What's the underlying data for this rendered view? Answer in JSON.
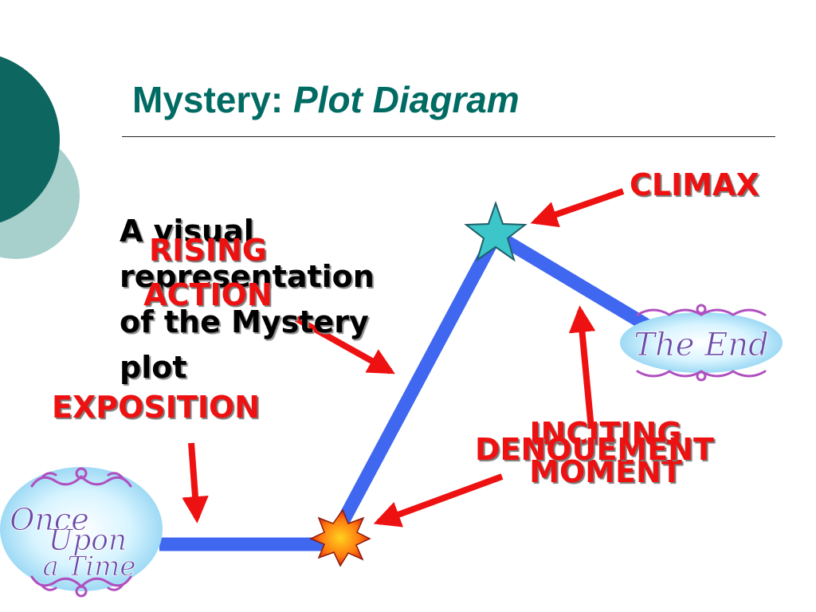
{
  "slide": {
    "title": "Mystery:",
    "title_em": "Plot Diagram",
    "body_lines": [
      "A visual",
      "representation",
      "of the Mystery",
      "plot"
    ]
  },
  "labels": {
    "climax": "CLIMAX",
    "rising_1": "RISING",
    "rising_2": "ACTION",
    "exposition": "EXPOSITION",
    "inciting_1": "INCITING",
    "inciting_2": "MOMENT",
    "denouement": "DENOUEMENT"
  },
  "badges": {
    "start_lines": [
      "Once",
      "Upon",
      "a Time"
    ],
    "end": "The End"
  },
  "colors": {
    "plot_line": "#3f67f0",
    "arrows": "#ee1111",
    "title": "#006b63",
    "deco_dark": "#0d6660",
    "deco_light": "#a7cfcc",
    "star": "#3cc6c9",
    "burst": "#e43412",
    "badge_text": "#6a4ca8"
  }
}
